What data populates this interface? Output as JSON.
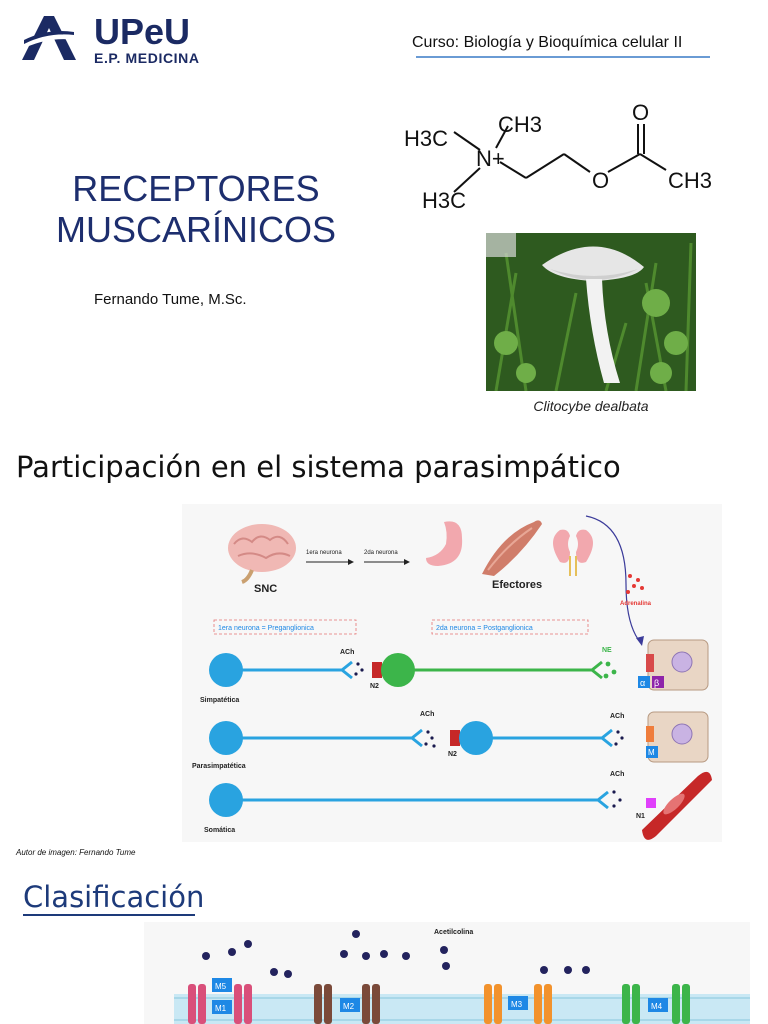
{
  "header": {
    "logo_name": "UPeU",
    "logo_subtitle": "E.P. MEDICINA",
    "course": "Curso: Biología y Bioquímica celular II"
  },
  "title": {
    "line1": "RECEPTORES",
    "line2": "MUSCARÍNICOS",
    "author": "Fernando Tume, M.Sc."
  },
  "molecule": {
    "h3c_top": "H3C",
    "ch3_top": "CH3",
    "n_plus": "N+",
    "h3c_bottom": "H3C",
    "o_ester": "O",
    "o_carbonyl": "O",
    "ch3_right": "CH3"
  },
  "photo": {
    "caption": "Clitocybe dealbata"
  },
  "section1": {
    "heading": "Participación en el sistema parasimpático",
    "credit": "Autor de imagen: Fernando Tume",
    "diagram": {
      "snc": "SNC",
      "first_neuron_arrow": "1era neurona",
      "second_neuron_arrow": "2da neurona",
      "effectors": "Efectores",
      "adrenaline": "Adrenalina",
      "pre_label": "1era neurona  = Preganglionica",
      "post_label": "2da neurona   =   Postganglionica",
      "ach": "ACh",
      "ne": "NE",
      "n2": "N2",
      "n1": "N1",
      "m": "M",
      "alpha": "α",
      "beta": "β",
      "sympathetic": "Simpatética",
      "parasympathetic": "Parasimpatética",
      "somatic": "Somática"
    }
  },
  "section2": {
    "heading": "Clasificación",
    "diagram": {
      "acetylcholine": "Acetilcolina",
      "m5": "M5",
      "m1": "M1",
      "m2": "M2",
      "m3": "M3",
      "m4": "M4"
    }
  },
  "colors": {
    "brand_navy": "#1b2a63",
    "title_blue": "#1d2e6e",
    "neuron_blue": "#29a3e0",
    "neuron_green": "#3cb54a",
    "receptor_red": "#c62828"
  }
}
